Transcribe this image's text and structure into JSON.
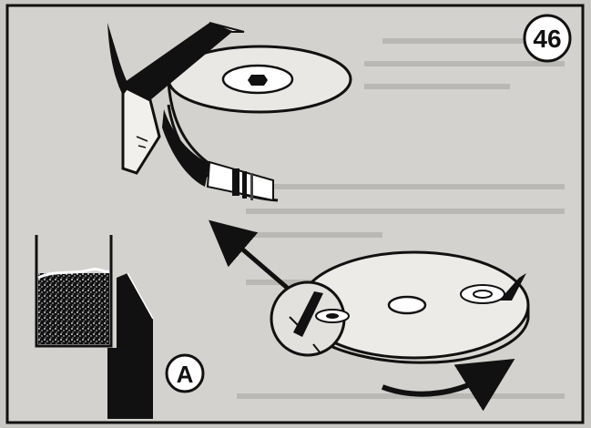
{
  "figure": {
    "number": "46",
    "inset_label": "A"
  },
  "colors": {
    "paper": "#cfcecb",
    "ink": "#111111",
    "page_bg": "#c9c8c4"
  },
  "icons": [
    "cutting-disc",
    "blade",
    "rotation-arrow",
    "pointer-arrow",
    "magnifier-circle"
  ]
}
